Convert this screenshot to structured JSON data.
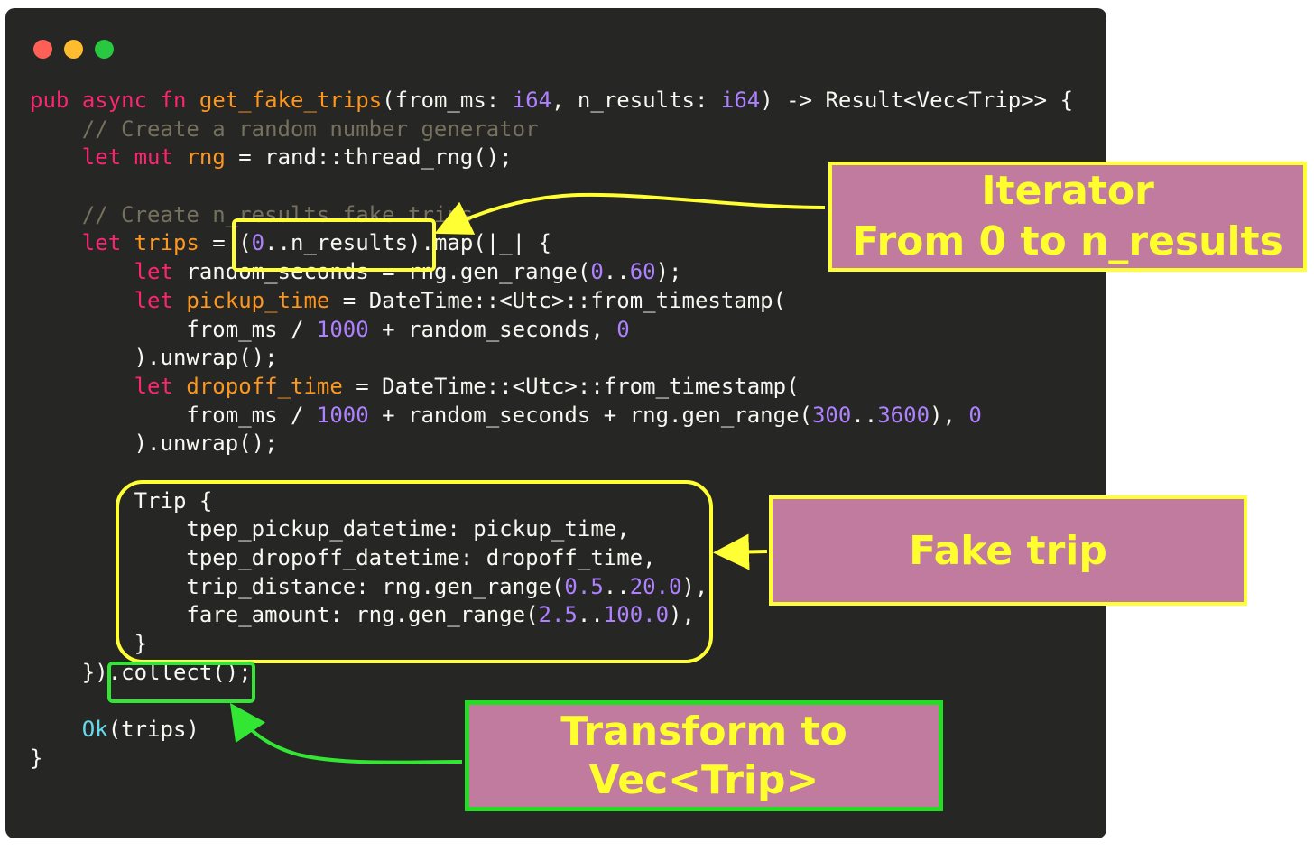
{
  "window": {
    "controls": [
      "close",
      "minimize",
      "zoom"
    ],
    "colors": {
      "close": "#fe5f57",
      "minimize": "#febc2e",
      "zoom": "#28c840"
    }
  },
  "code": {
    "language": "rust",
    "lines": [
      "pub async fn get_fake_trips(from_ms: i64, n_results: i64) -> Result<Vec<Trip>> {",
      "    // Create a random number generator",
      "    let mut rng = rand::thread_rng();",
      "",
      "    // Create n_results fake trips",
      "    let trips = (0..n_results).map(|_| {",
      "        let random_seconds = rng.gen_range(0..60);",
      "        let pickup_time = DateTime::<Utc>::from_timestamp(",
      "            from_ms / 1000 + random_seconds, 0",
      "        ).unwrap();",
      "        let dropoff_time = DateTime::<Utc>::from_timestamp(",
      "            from_ms / 1000 + random_seconds + rng.gen_range(300..3600), 0",
      "        ).unwrap();",
      "",
      "        Trip {",
      "            tpep_pickup_datetime: pickup_time,",
      "            tpep_dropoff_datetime: dropoff_time,",
      "            trip_distance: rng.gen_range(0.5..20.0),",
      "            fare_amount: rng.gen_range(2.5..100.0),",
      "        }",
      "    }).collect();",
      "",
      "    Ok(trips)",
      "}"
    ]
  },
  "callouts": {
    "iterator": "Iterator\nFrom 0 to n_results",
    "fake_trip": "Fake trip",
    "transform": "Transform to\nVec<Trip>"
  },
  "colors": {
    "background": "#262624",
    "keyword": "#f92672",
    "identifier": "#fd971f",
    "number": "#ae81ff",
    "comment": "#75715e",
    "ok": "#66d9ef",
    "callout_fill": "#c07b9f",
    "callout_text": "#ffff2e",
    "highlight_yellow": "#ffff33",
    "highlight_green": "#33e633"
  }
}
